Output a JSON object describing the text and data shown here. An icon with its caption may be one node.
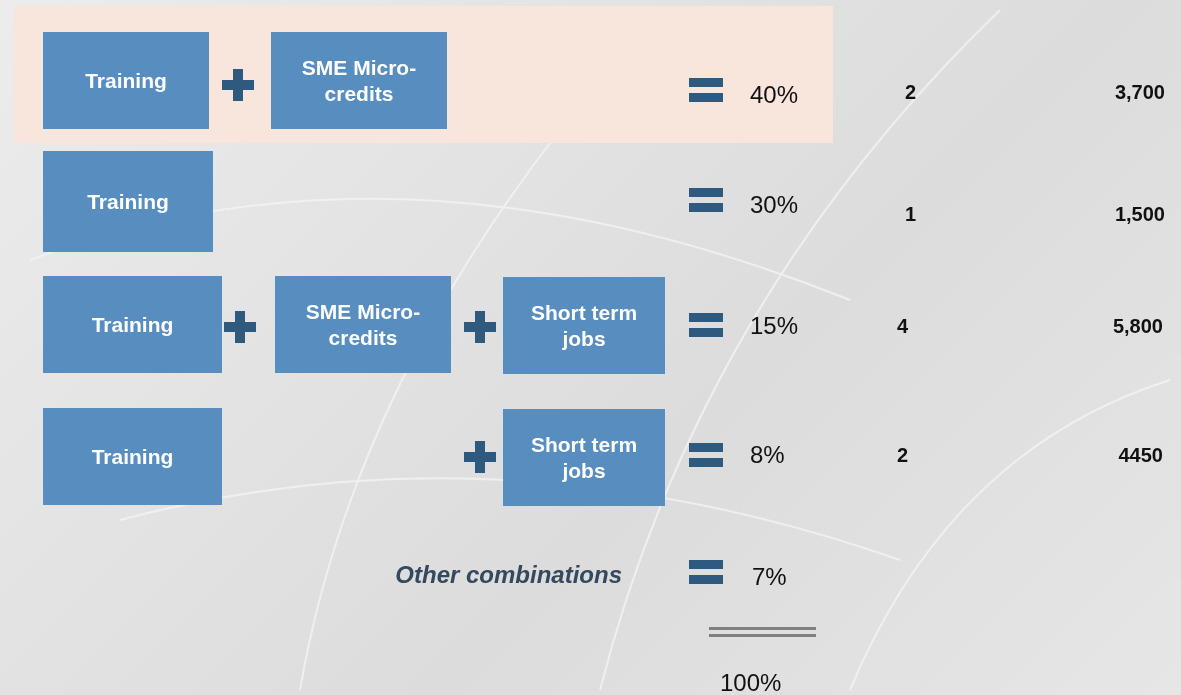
{
  "diagram": {
    "nodes": [
      {
        "text": [
          "Training"
        ]
      },
      {
        "text": [
          "SME Micro-credits"
        ]
      },
      {
        "text": [
          "Training"
        ]
      },
      {
        "text": [
          "Training"
        ]
      },
      {
        "text": [
          "SME Micro-credits"
        ]
      },
      {
        "text": [
          "Short term jobs"
        ]
      },
      {
        "text": [
          "Training"
        ]
      },
      {
        "text": [
          "Short term jobs"
        ]
      }
    ],
    "labels": [
      "40%",
      "2",
      "3,700",
      "30%",
      "1",
      "1,500",
      "15%",
      "4",
      "5,800",
      "8%",
      "2",
      "4450",
      "Other combinations",
      "7%",
      "100%"
    ]
  }
}
